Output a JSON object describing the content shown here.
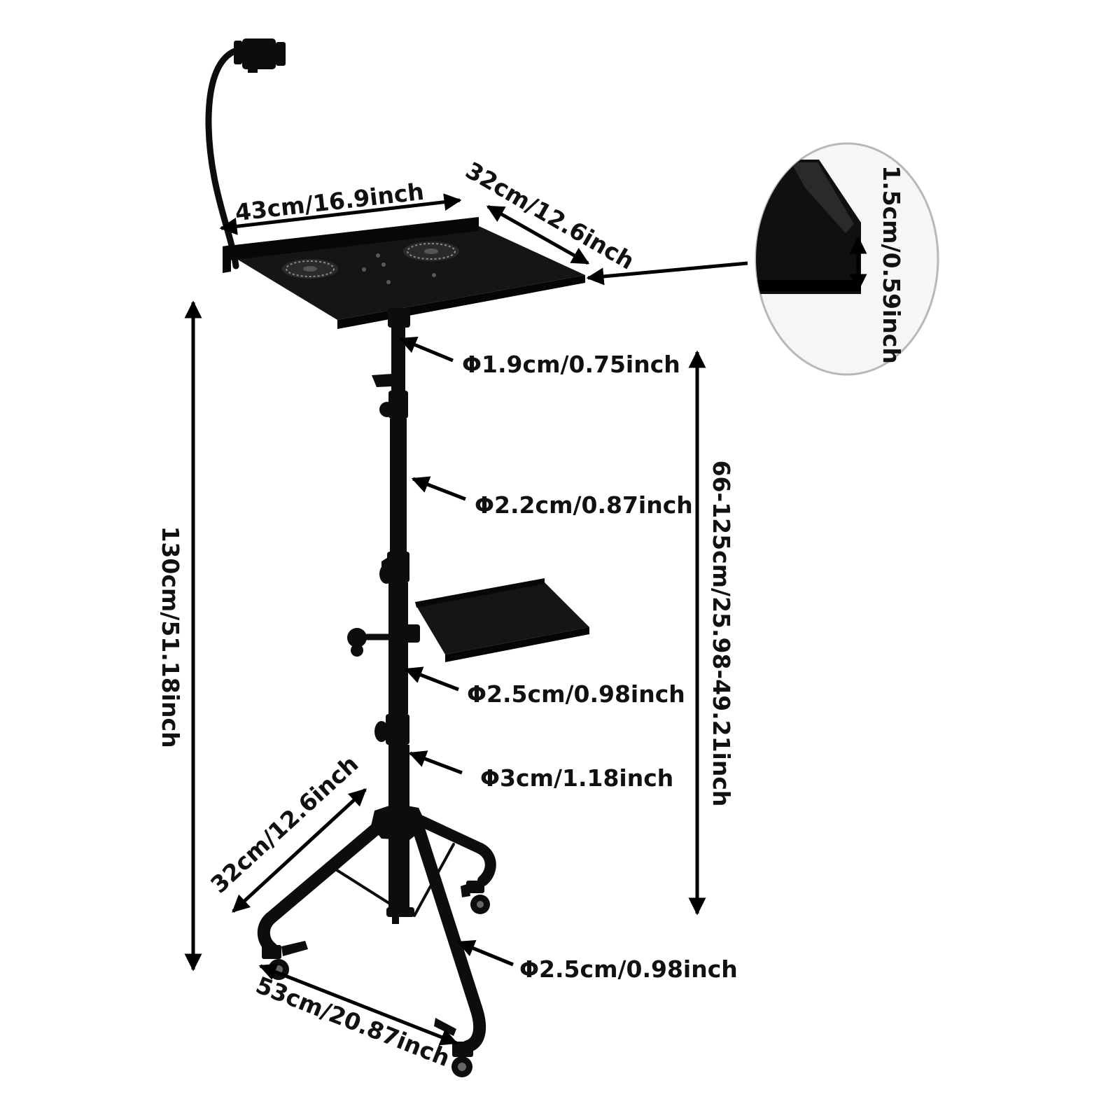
{
  "dimensions": {
    "tray_width": "43cm/16.9inch",
    "tray_depth": "32cm/12.6inch",
    "lip_height": "1.5cm/0.59inch",
    "overall_height": "130cm/51.18inch",
    "adjustable_height": "66-125cm/25.98-49.21inch",
    "tube_top": "Φ1.9cm/0.75inch",
    "tube_upper": "Φ2.2cm/0.87inch",
    "tube_middle": "Φ2.5cm/0.98inch",
    "tube_bottom": "Φ3cm/1.18inch",
    "leg_tube": "Φ2.5cm/0.98inch",
    "base_depth": "32cm/12.6inch",
    "base_width": "53cm/20.87inch"
  },
  "colors": {
    "product": "#0d0d0d",
    "dimension_lines": "#000000",
    "zoom_circle_border": "#b8b8b8",
    "zoom_circle_fill": "#f6f6f6"
  }
}
